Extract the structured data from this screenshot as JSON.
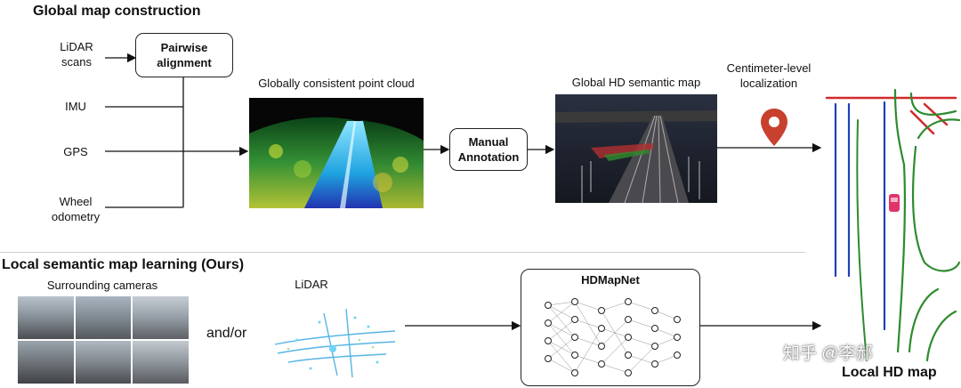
{
  "global": {
    "title": "Global map construction",
    "inputs": {
      "lidar": "LiDAR\nscans",
      "imu": "IMU",
      "gps": "GPS",
      "wheel": "Wheel\nodometry"
    },
    "pairwise": "Pairwise\nalignment",
    "point_cloud_label": "Globally consistent point cloud",
    "manual": "Manual\nAnnotation",
    "hd_semantic_label": "Global HD semantic map",
    "localization_label": "Centimeter-level\nlocalization"
  },
  "local": {
    "title": "Local semantic map learning (Ours)",
    "cameras_label": "Surrounding cameras",
    "andor": "and/or",
    "lidar_label": "LiDAR",
    "network_label": "HDMapNet",
    "output_label": "Local HD map"
  },
  "watermark": "知乎 @李郝",
  "colors": {
    "pin": "#c8412e",
    "road_green": "#2e8b2e",
    "lane_blue": "#1f3fb5",
    "red_line": "#d12a2a"
  }
}
